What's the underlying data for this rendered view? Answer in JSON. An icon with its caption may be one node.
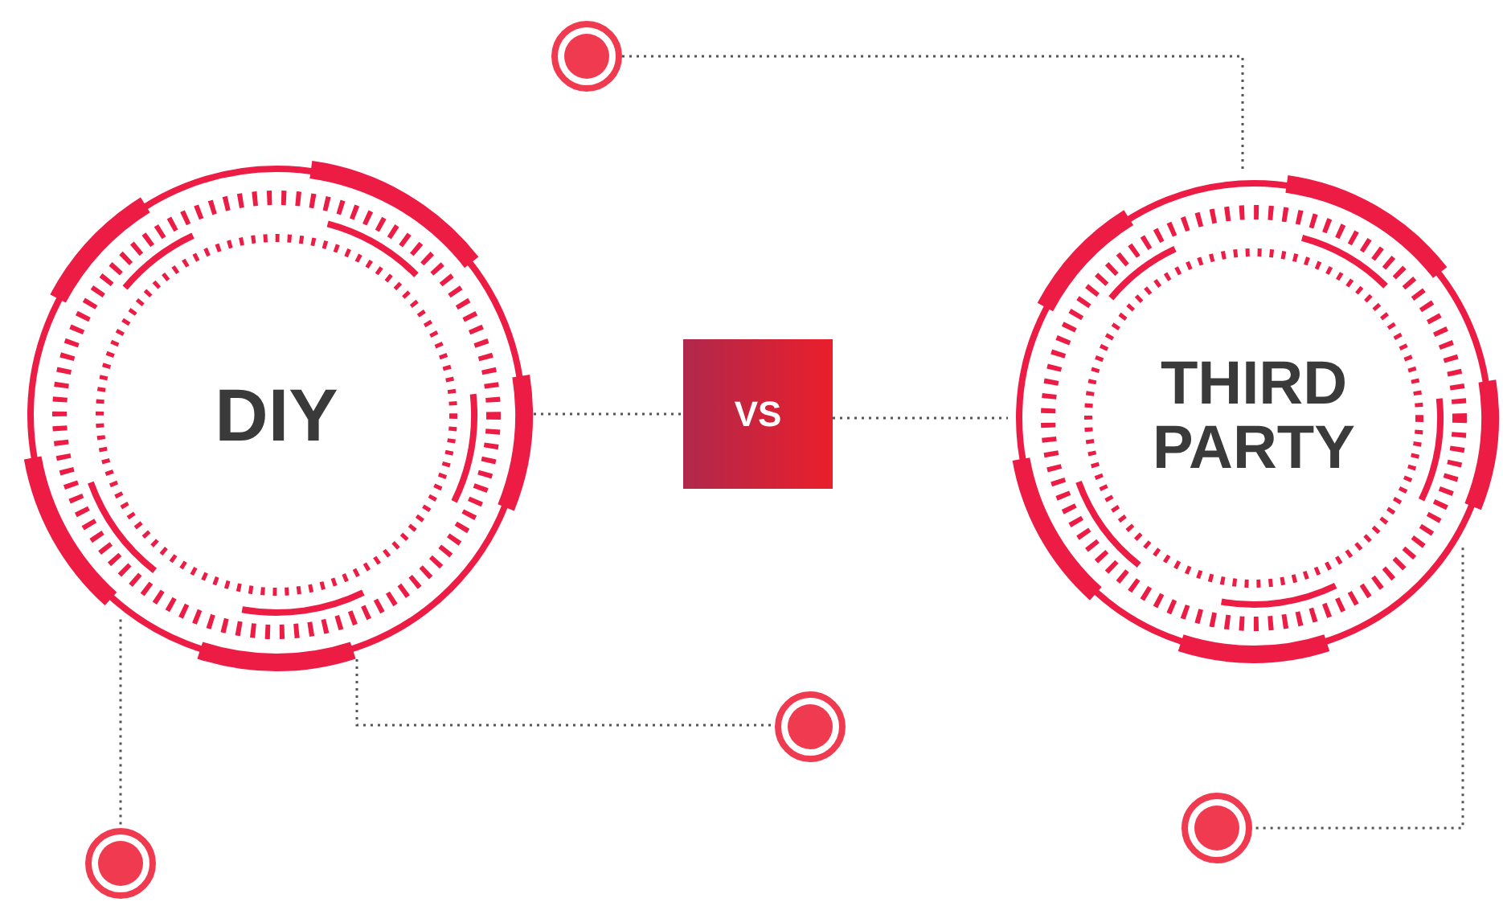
{
  "diagram": {
    "nodes": [
      {
        "text": [
          "DIY"
        ]
      },
      {
        "text": [
          "VS"
        ]
      },
      {
        "text": [
          "THIRD PARTY"
        ]
      },
      {
        "text": [],
        "shape": "circle"
      },
      {
        "text": [],
        "shape": "circle"
      },
      {
        "text": [],
        "shape": "circle"
      },
      {
        "text": [],
        "shape": "circle"
      }
    ],
    "edges": [
      {
        "from": 0,
        "to": 1,
        "arrow": "none",
        "style": "dashed"
      },
      {
        "from": 1,
        "to": 2,
        "arrow": "none",
        "style": "dashed"
      },
      {
        "from": 3,
        "to": 2,
        "arrow": "none",
        "style": "dashed"
      },
      {
        "from": 0,
        "to": 4,
        "arrow": "none",
        "style": "dashed"
      },
      {
        "from": 0,
        "to": 5,
        "arrow": "none",
        "style": "dashed"
      },
      {
        "from": 2,
        "to": 6,
        "arrow": "none",
        "style": "dashed"
      }
    ]
  }
}
